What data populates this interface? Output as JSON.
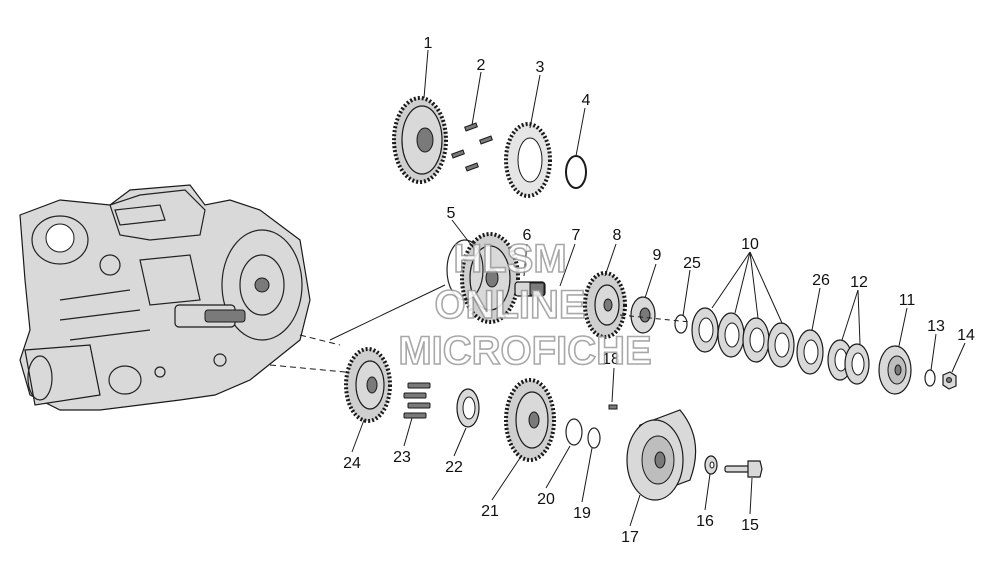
{
  "watermark": {
    "line1": "HLSM",
    "line2": "ONLINE",
    "line3": "MICROFICHE"
  },
  "callouts": {
    "c1": "1",
    "c2": "2",
    "c3": "3",
    "c4": "4",
    "c5": "5",
    "c6": "6",
    "c7": "7",
    "c8": "8",
    "c9": "9",
    "c10": "10",
    "c11": "11",
    "c12": "12",
    "c13": "13",
    "c14": "14",
    "c15": "15",
    "c16": "16",
    "c17": "17",
    "c18": "18",
    "c19": "19",
    "c20": "20",
    "c21": "21",
    "c22": "22",
    "c23": "23",
    "c24": "24",
    "c25": "25",
    "c26": "26"
  }
}
